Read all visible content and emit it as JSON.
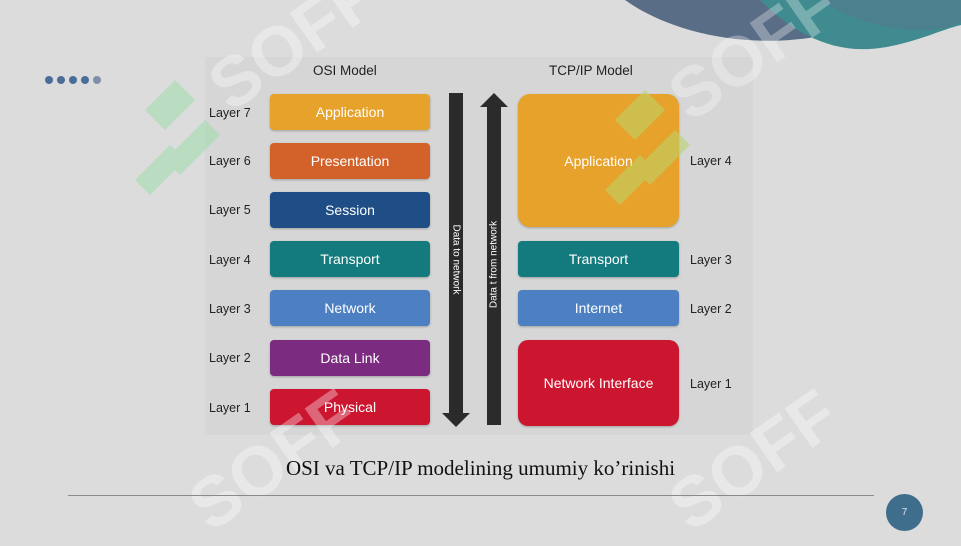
{
  "osi": {
    "title": "OSI Model",
    "layers": [
      {
        "label": "Layer 7",
        "name": "Application",
        "color": "#e6a22a"
      },
      {
        "label": "Layer 6",
        "name": "Presentation",
        "color": "#d2622a"
      },
      {
        "label": "Layer 5",
        "name": "Session",
        "color": "#1f4e86"
      },
      {
        "label": "Layer 4",
        "name": "Transport",
        "color": "#137a7d"
      },
      {
        "label": "Layer 3",
        "name": "Network",
        "color": "#4d80c2"
      },
      {
        "label": "Layer 2",
        "name": "Data Link",
        "color": "#7b2c80"
      },
      {
        "label": "Layer 1",
        "name": "Physical",
        "color": "#cc1630"
      }
    ]
  },
  "tcpip": {
    "title": "TCP/IP Model",
    "layers": [
      {
        "label": "Layer 4",
        "name": "Application",
        "color": "#e6a22a"
      },
      {
        "label": "Layer 3",
        "name": "Transport",
        "color": "#137a7d"
      },
      {
        "label": "Layer 2",
        "name": "Internet",
        "color": "#4d80c2"
      },
      {
        "label": "Layer 1",
        "name": "Network Interface",
        "color": "#cc1630"
      }
    ]
  },
  "arrows": {
    "down_label": "Data to network",
    "up_label": "Data t from network"
  },
  "caption": "OSI va TCP/IP modelining umumiy ko’rinishi",
  "page_number": "7",
  "watermark_text": "SOFF",
  "colors": {
    "accent": "#3f6e8c",
    "dots": "#4a6d9c",
    "watermark_leaf": "#8fd49a"
  }
}
